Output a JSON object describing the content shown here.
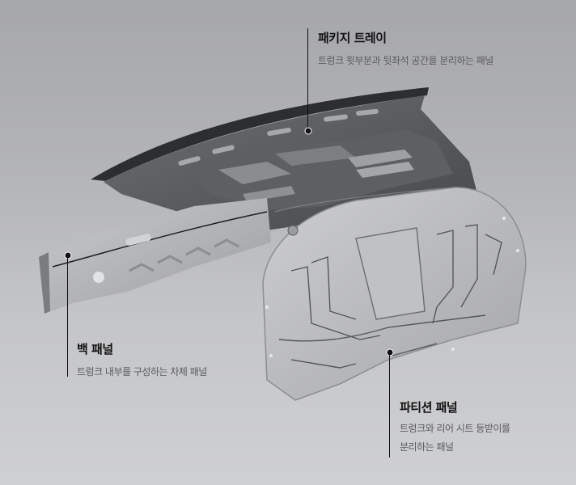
{
  "callouts": {
    "package_tray": {
      "title": "패키지 트레이",
      "description": "트렁크 윗부분과 뒷좌석 공간을 분리하는 패널"
    },
    "back_panel": {
      "title": "백 패널",
      "description": "트렁크 내부를 구성하는 차체 패널"
    },
    "partition_panel": {
      "title": "파티션 패널",
      "description_lines": [
        "트렁크와 리어 시트 등받이를",
        "분리하는 패널"
      ]
    }
  },
  "colors": {
    "background_top": "#a6a7ab",
    "background_bottom": "#cfd0d2",
    "metal_light": "#b9babd",
    "metal_dark": "#55575b",
    "title_text": "#111111",
    "desc_text": "#5a5b5e"
  }
}
